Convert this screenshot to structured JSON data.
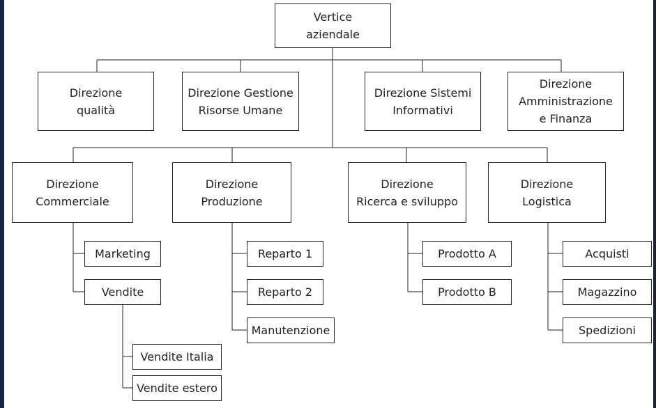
{
  "org_chart": {
    "top": {
      "label": "Vertice\naziendale"
    },
    "staff": [
      {
        "label": "Direzione\nqualità"
      },
      {
        "label": "Direzione Gestione\nRisorse Umane"
      },
      {
        "label": "Direzione Sistemi\nInformativi"
      },
      {
        "label": "Direzione\nAmministrazione\ne Finanza"
      }
    ],
    "line": [
      {
        "label": "Direzione\nCommerciale"
      },
      {
        "label": "Direzione\nProduzione"
      },
      {
        "label": "Direzione\nRicerca e sviluppo"
      },
      {
        "label": "Direzione\nLogistica"
      }
    ],
    "commerciale_units": [
      {
        "label": "Marketing"
      },
      {
        "label": "Vendite"
      }
    ],
    "vendite_units": [
      {
        "label": "Vendite Italia"
      },
      {
        "label": "Vendite estero"
      }
    ],
    "produzione_units": [
      {
        "label": "Reparto 1"
      },
      {
        "label": "Reparto 2"
      },
      {
        "label": "Manutenzione"
      }
    ],
    "ricerca_units": [
      {
        "label": "Prodotto A"
      },
      {
        "label": "Prodotto B"
      }
    ],
    "logistica_units": [
      {
        "label": "Acquisti"
      },
      {
        "label": "Magazzino"
      },
      {
        "label": "Spedizioni"
      }
    ]
  }
}
